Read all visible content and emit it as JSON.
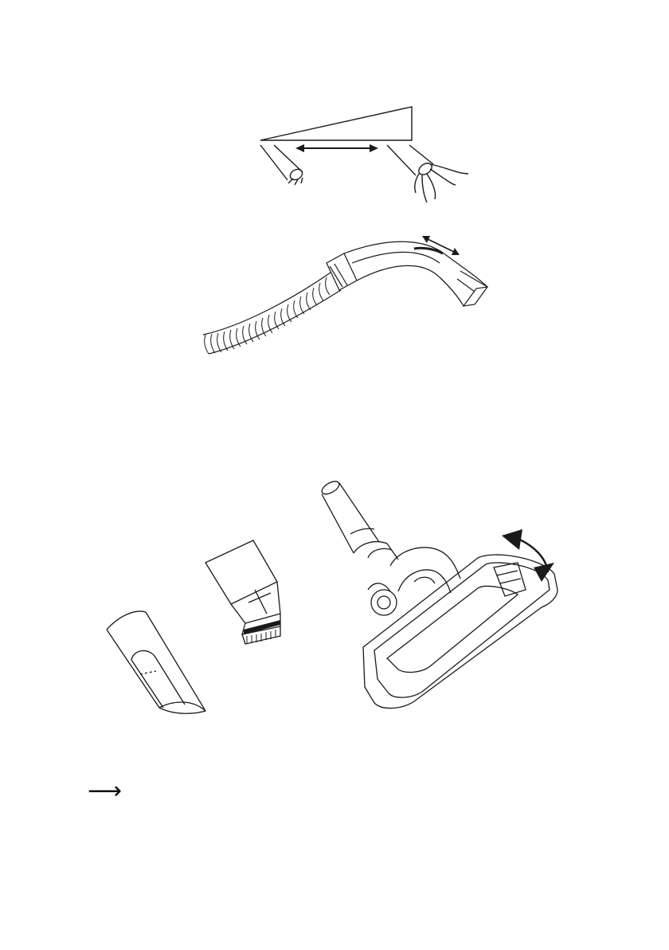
{
  "page": {
    "background": "#ffffff",
    "line_color": "#1a1a1a"
  },
  "figures": [
    {
      "name": "suction-regulator-diagram",
      "icons": [
        "double-arrow-icon"
      ]
    },
    {
      "name": "hose-with-handle-illustration",
      "icons": [
        "double-arrow-icon"
      ]
    },
    {
      "name": "crevice-nozzle-illustration"
    },
    {
      "name": "brush-nozzle-illustration"
    },
    {
      "name": "floor-nozzle-illustration",
      "icons": [
        "rotate-arrow-icon"
      ]
    }
  ],
  "note": {
    "arrow_glyph": "⟶"
  }
}
